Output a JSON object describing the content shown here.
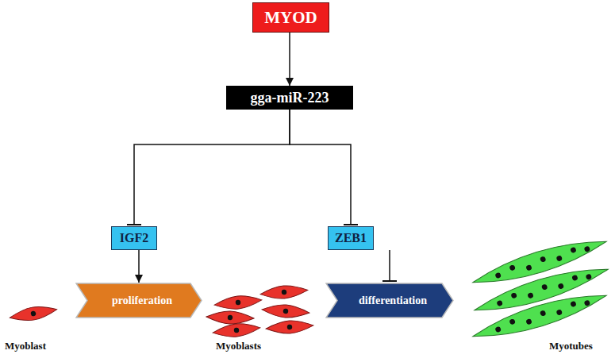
{
  "diagram": {
    "nodes": [
      {
        "text": [
          "MYOD"
        ]
      },
      {
        "text": [
          "gga-miR-223"
        ]
      },
      {
        "text": [
          "IGF2"
        ]
      },
      {
        "text": [
          "ZEB1"
        ]
      },
      {
        "text": [
          "proliferation"
        ]
      },
      {
        "text": [
          "differentiation"
        ]
      }
    ],
    "edges": [
      {
        "from": 0,
        "to": 1,
        "arrow": "to"
      },
      {
        "from": 1,
        "to": 2,
        "arrow": "to"
      },
      {
        "from": 1,
        "to": 3,
        "arrow": "to"
      },
      {
        "from": 2,
        "to": 4,
        "arrow": "to"
      },
      {
        "from": 3,
        "to": 5,
        "arrow": "to"
      }
    ],
    "labels": [
      "Myoblast",
      "Myoblasts",
      "Myotubes"
    ]
  }
}
